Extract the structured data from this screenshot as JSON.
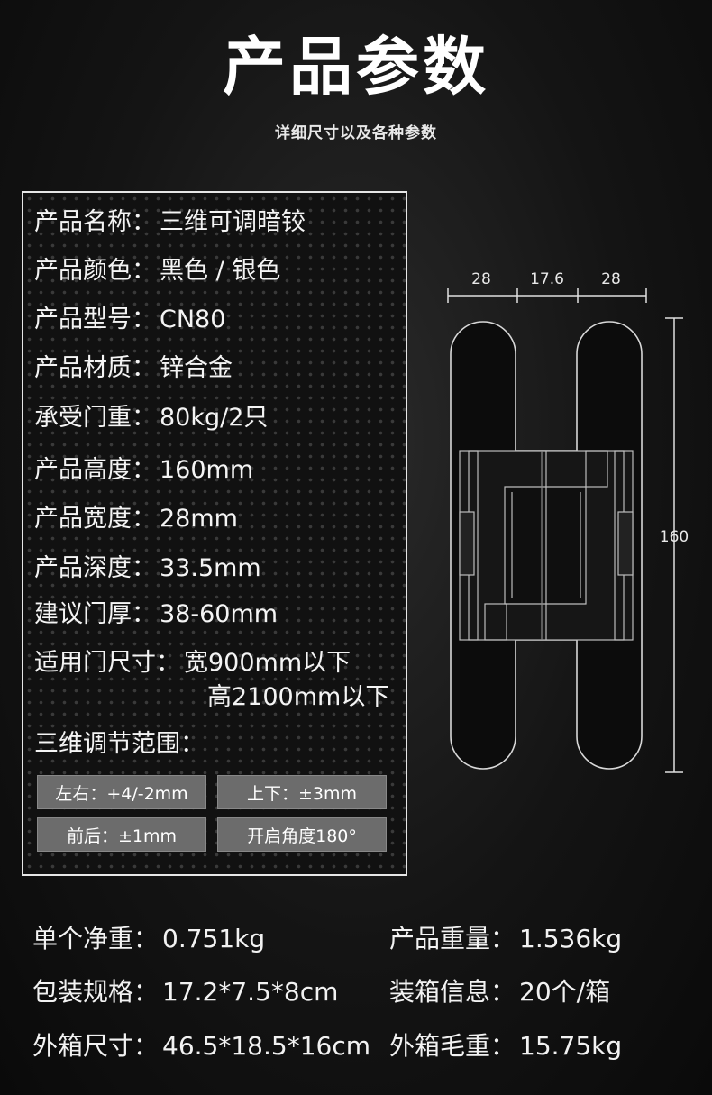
{
  "header": {
    "title": "产品参数",
    "subtitle": "详细尺寸以及各种参数"
  },
  "specs": [
    {
      "label": "产品名称：",
      "value": "三维可调暗铰"
    },
    {
      "label": "产品颜色：",
      "value": "黑色 / 银色"
    },
    {
      "label": "产品型号：",
      "value": "CN80"
    },
    {
      "label": "产品材质：",
      "value": "锌合金"
    },
    {
      "label": "承受门重：",
      "value": "80kg/2只"
    },
    {
      "label": "产品高度：",
      "value": "160mm"
    },
    {
      "label": "产品宽度：",
      "value": "28mm"
    },
    {
      "label": "产品深度：",
      "value": "33.5mm"
    },
    {
      "label": "建议门厚：",
      "value": "38-60mm"
    },
    {
      "label": "适用门尺寸：",
      "value": "宽900mm以下",
      "value2": "高2100mm以下"
    },
    {
      "label": "三维调节范围：",
      "value": ""
    }
  ],
  "adjust_chips": [
    "左右：+4/-2mm",
    "上下：±3mm",
    "前后：±1mm",
    "开启角度180°"
  ],
  "diagram": {
    "dim_width_left": "28",
    "dim_width_middle": "17.6",
    "dim_width_right": "28",
    "dim_height": "160"
  },
  "bottom": [
    {
      "label": "单个净重：",
      "value": "0.751kg"
    },
    {
      "label": "产品重量：",
      "value": "1.536kg"
    },
    {
      "label": "包装规格：",
      "value": "17.2*7.5*8cm"
    },
    {
      "label": "装箱信息：",
      "value": "20个/箱"
    },
    {
      "label": "外箱尺寸：",
      "value": "46.5*18.5*16cm"
    },
    {
      "label": "外箱毛重：",
      "value": "15.75kg"
    }
  ]
}
